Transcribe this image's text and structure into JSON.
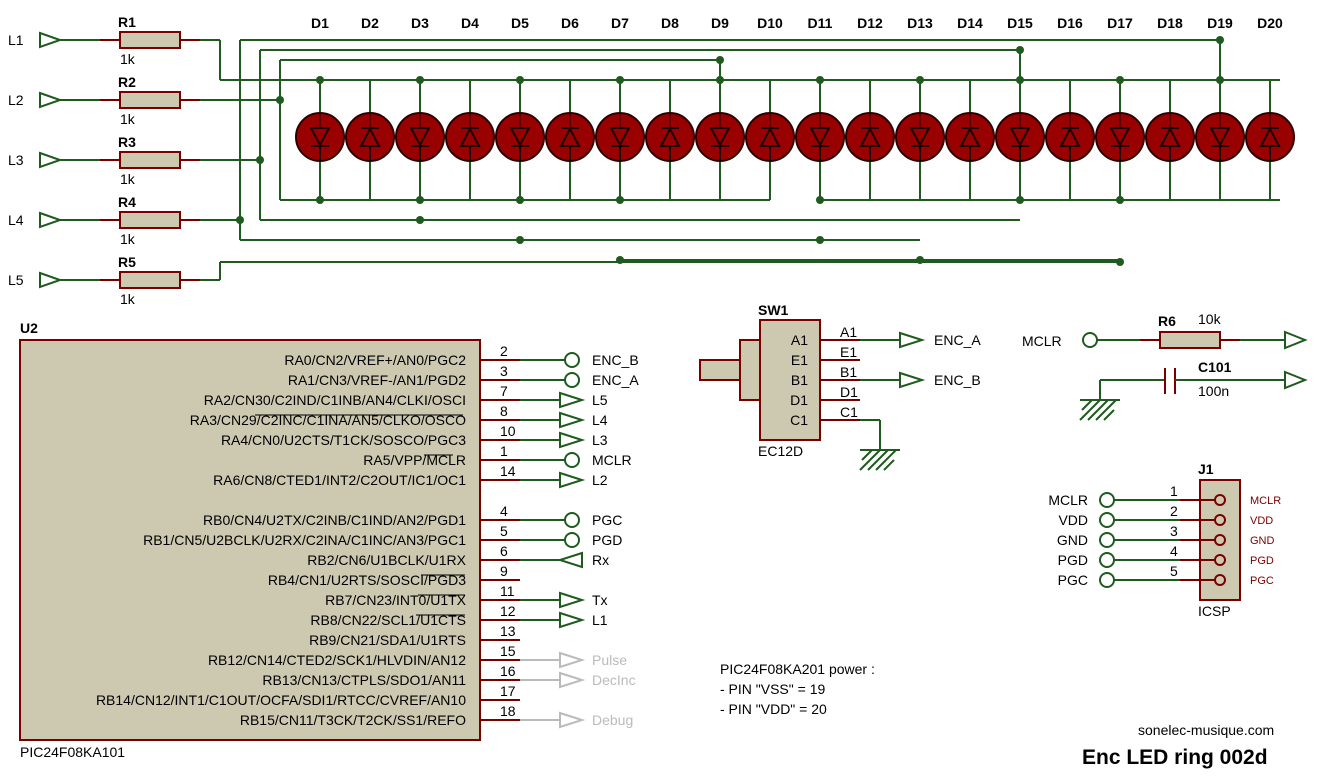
{
  "title": "Enc LED ring 002d",
  "website": "sonelec-musique.com",
  "power_note": [
    "PIC24F08KA201 power :",
    "- PIN \"VSS\" = 19",
    "- PIN \"VDD\" = 20"
  ],
  "led_inputs": [
    {
      "label": "L1",
      "res": "R1",
      "value": "1k"
    },
    {
      "label": "L2",
      "res": "R2",
      "value": "1k"
    },
    {
      "label": "L3",
      "res": "R3",
      "value": "1k"
    },
    {
      "label": "L4",
      "res": "R4",
      "value": "1k"
    },
    {
      "label": "L5",
      "res": "R5",
      "value": "1k"
    }
  ],
  "leds": [
    "D1",
    "D2",
    "D3",
    "D4",
    "D5",
    "D6",
    "D7",
    "D8",
    "D9",
    "D10",
    "D11",
    "D12",
    "D13",
    "D14",
    "D15",
    "D16",
    "D17",
    "D18",
    "D19",
    "D20"
  ],
  "mcu": {
    "ref": "U2",
    "part": "PIC24F08KA101",
    "pins": [
      {
        "name": "RA0/CN2/VREF+/AN0/PGC2",
        "num": "2",
        "net": "ENC_B",
        "term": "circle",
        "active": true
      },
      {
        "name": "RA1/CN3/VREF-/AN1/PGD2",
        "num": "3",
        "net": "ENC_A",
        "term": "circle",
        "active": true
      },
      {
        "name": "RA2/CN30/C2IND/C1INB/AN4/CLKI/OSCI",
        "num": "7",
        "net": "L5",
        "term": "out",
        "active": true
      },
      {
        "name": "RA3/CN29/C2INC/C1INA/AN5/CLKO/OSCO",
        "num": "8",
        "net": "L4",
        "term": "out",
        "active": true
      },
      {
        "name": "RA4/CN0/U2CTS/T1CK/SOSCO/PGC3",
        "num": "10",
        "net": "L3",
        "term": "out",
        "active": true
      },
      {
        "name": "RA5/VPP/MCLR",
        "num": "1",
        "net": "MCLR",
        "term": "circle",
        "active": true
      },
      {
        "name": "RA6/CN8/CTED1/INT2/C2OUT/IC1/OC1",
        "num": "14",
        "net": "L2",
        "term": "out",
        "active": true
      },
      {
        "name": "RB0/CN4/U2TX/C2INB/C1IND/AN2/PGD1",
        "num": "4",
        "net": "PGC",
        "term": "circle",
        "active": true
      },
      {
        "name": "RB1/CN5/U2BCLK/U2RX/C2INA/C1INC/AN3/PGC1",
        "num": "5",
        "net": "PGD",
        "term": "circle",
        "active": true
      },
      {
        "name": "RB2/CN6/U1BCLK/U1RX",
        "num": "6",
        "net": "Rx",
        "term": "in",
        "active": true
      },
      {
        "name": "RB4/CN1/U2RTS/SOSCI/PGD3",
        "num": "9",
        "net": "",
        "term": "none",
        "active": true
      },
      {
        "name": "RB7/CN23/INT0/U1TX",
        "num": "11",
        "net": "Tx",
        "term": "out",
        "active": true
      },
      {
        "name": "RB8/CN22/SCL1/U1CTS",
        "num": "12",
        "net": "L1",
        "term": "out",
        "active": true
      },
      {
        "name": "RB9/CN21/SDA1/U1RTS",
        "num": "13",
        "net": "",
        "term": "none",
        "active": true
      },
      {
        "name": "RB12/CN14/CTED2/SCK1/HLVDIN/AN12",
        "num": "15",
        "net": "Pulse",
        "term": "out",
        "active": false
      },
      {
        "name": "RB13/CN13/CTPLS/SDO1/AN11",
        "num": "16",
        "net": "DecInc",
        "term": "out",
        "active": false
      },
      {
        "name": "RB14/CN12/INT1/C1OUT/OCFA/SDI1/RTCC/CVREF/AN10",
        "num": "17",
        "net": "",
        "term": "none",
        "active": false
      },
      {
        "name": "RB15/CN11/T3CK/T2CK/SS1/REFO",
        "num": "18",
        "net": "Debug",
        "term": "out",
        "active": false
      }
    ]
  },
  "encoder": {
    "ref": "SW1",
    "part": "EC12D",
    "pins": [
      {
        "name": "A1",
        "net": "ENC_A"
      },
      {
        "name": "E1",
        "net": ""
      },
      {
        "name": "B1",
        "net": "ENC_B"
      },
      {
        "name": "D1",
        "net": ""
      },
      {
        "name": "C1",
        "net": ""
      }
    ]
  },
  "reset": {
    "label": "MCLR",
    "res": "R6",
    "res_value": "10k",
    "cap": "C101",
    "cap_value": "100n"
  },
  "icsp": {
    "ref": "J1",
    "part": "ICSP",
    "pins": [
      {
        "num": "1",
        "net": "MCLR"
      },
      {
        "num": "2",
        "net": "VDD"
      },
      {
        "num": "3",
        "net": "GND"
      },
      {
        "num": "4",
        "net": "PGD"
      },
      {
        "num": "5",
        "net": "PGC"
      }
    ]
  },
  "colors": {
    "wire": "#1f5a1f",
    "pin": "#7a0000",
    "body": "#cdc8b0",
    "led_fill": "#990000",
    "led_outline": "#2a0000",
    "inactive": "#bbbbbb"
  }
}
